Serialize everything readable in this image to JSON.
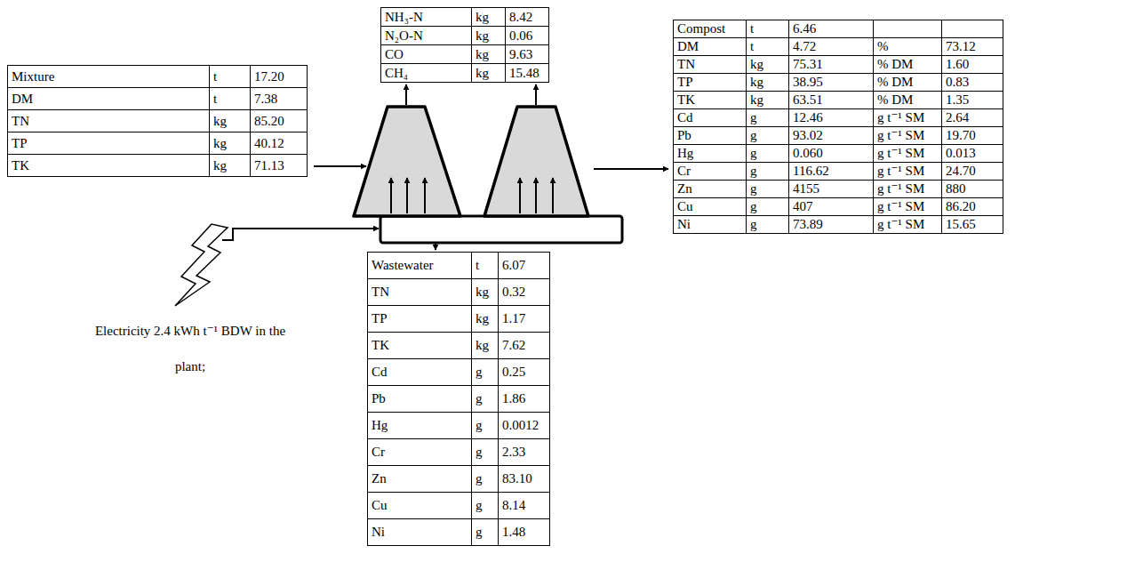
{
  "diagram": {
    "nodes": [
      {
        "text": [
          "Mixture",
          "t",
          "17.20",
          "DM",
          "t",
          "7.38",
          "TN",
          "kg",
          "85.20",
          "TP",
          "kg",
          "40.12",
          "TK",
          "kg",
          "71.13"
        ]
      },
      {
        "text": [
          "NH₃-N",
          "kg",
          "8.42",
          "N₂O-N",
          "kg",
          "0.06",
          "CO",
          "kg",
          "9.63",
          "CH₄",
          "kg",
          "15.48"
        ]
      },
      {
        "text": [
          "Compost",
          "t",
          "6.46",
          "DM",
          "t",
          "4.72",
          "%",
          "73.12",
          "TN",
          "kg",
          "75.31",
          "% DM",
          "1.60",
          "TP",
          "kg",
          "38.95",
          "% DM",
          "0.83",
          "TK",
          "kg",
          "63.51",
          "% DM",
          "1.35",
          "Cd",
          "g",
          "12.46",
          "g t⁻¹ SM",
          "2.64",
          "Pb",
          "g",
          "93.02",
          "g t⁻¹ SM",
          "19.70",
          "Hg",
          "g",
          "0.060",
          "g t⁻¹ SM",
          "0.013",
          "Cr",
          "g",
          "116.62",
          "g t⁻¹ SM",
          "24.70",
          "Zn",
          "g",
          "4155",
          "g t⁻¹ SM",
          "880",
          "Cu",
          "g",
          "407",
          "g t⁻¹ SM",
          "86.20",
          "Ni",
          "g",
          "73.89",
          "g t⁻¹ SM",
          "15.65"
        ]
      },
      {
        "text": [
          "Wastewater",
          "t",
          "6.07",
          "TN",
          "kg",
          "0.32",
          "TP",
          "kg",
          "1.17",
          "TK",
          "kg",
          "7.62",
          "Cd",
          "g",
          "0.25",
          "Pb",
          "g",
          "1.86",
          "Hg",
          "g",
          "0.0012",
          "Cr",
          "g",
          "2.33",
          "Zn",
          "g",
          "83.10",
          "Cu",
          "g",
          "8.14",
          "Ni",
          "g",
          "1.48"
        ]
      }
    ],
    "labels": [
      "Electricity 2.4 kWh t⁻¹ BDW in the plant;"
    ]
  }
}
